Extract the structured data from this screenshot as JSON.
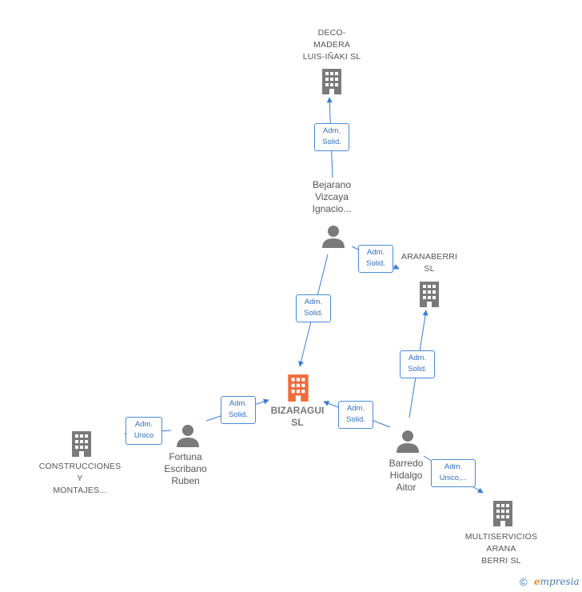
{
  "colors": {
    "edge": "#3a7bd5",
    "company": "#7a7a7a",
    "center_company": "#f26a3c",
    "person": "#7a7a7a",
    "role_text": "#2f6fc4"
  },
  "companies": {
    "deco": {
      "lines": [
        "DECO-",
        "MADERA",
        "LUIS-IÑAKI SL"
      ],
      "icon": "building-icon"
    },
    "aranaberri": {
      "lines": [
        "ARANABERRI",
        "SL"
      ],
      "icon": "building-icon"
    },
    "bizaragui": {
      "lines": [
        "BIZARAGUI",
        "SL"
      ],
      "icon": "building-icon"
    },
    "construcciones": {
      "lines": [
        "CONSTRUCCIONES",
        "Y",
        "MONTAJES..."
      ],
      "icon": "building-icon"
    },
    "multiservicios": {
      "lines": [
        "MULTISERVICIOS",
        "ARANA",
        "BERRI  SL"
      ],
      "icon": "building-icon"
    }
  },
  "persons": {
    "bejarano": {
      "lines": [
        "Bejarano",
        "Vizcaya",
        "Ignacio..."
      ],
      "icon": "person-icon"
    },
    "fortuna": {
      "lines": [
        "Fortuna",
        "Escribano",
        "Ruben"
      ],
      "icon": "person-icon"
    },
    "barredo": {
      "lines": [
        "Barredo",
        "Hidalgo",
        "Aitor"
      ],
      "icon": "person-icon"
    }
  },
  "roles": {
    "bejarano_deco": [
      "Adm.",
      "Solid."
    ],
    "bejarano_aranaberri": [
      "Adm.",
      "Solid."
    ],
    "bejarano_bizaragui": [
      "Adm.",
      "Solid."
    ],
    "fortuna_bizaragui": [
      "Adm.",
      "Solid."
    ],
    "fortuna_construcciones": [
      "Adm.",
      "Unico"
    ],
    "barredo_bizaragui": [
      "Adm.",
      "Solid."
    ],
    "barredo_aranaberri": [
      "Adm.",
      "Solid."
    ],
    "barredo_multiservicios": [
      "Adm.",
      "Unico,..."
    ]
  },
  "footer": {
    "copyright": "©",
    "brand_e": "e",
    "brand_rest": "mpresia"
  }
}
